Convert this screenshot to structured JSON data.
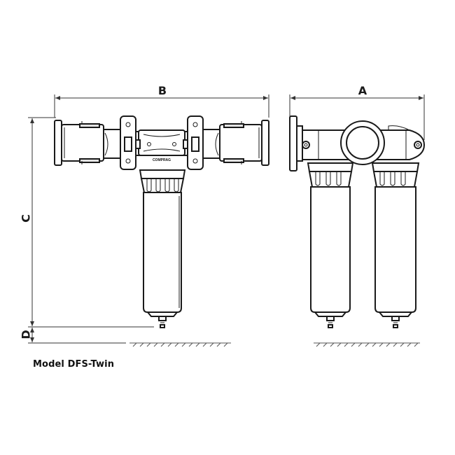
{
  "dimensions": {
    "a": "A",
    "b": "B",
    "c": "C",
    "d": "D"
  },
  "logo_text": "COMPRAG",
  "caption": "Model DFS-Twin",
  "colors": {
    "line": "#1a1a1a",
    "body_fill": "#e3e3e3",
    "background": "#ffffff"
  }
}
